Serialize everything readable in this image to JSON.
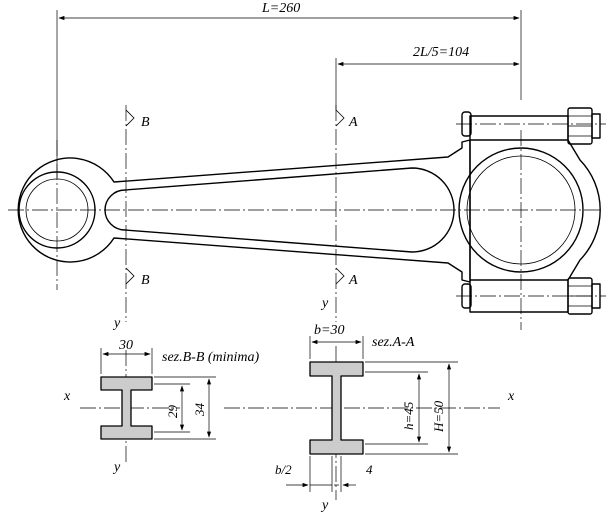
{
  "dimensions": {
    "length_label": "L=260",
    "section_position_label": "2L/5=104",
    "section_bb_width": "30",
    "section_bb_inner_height": "29",
    "section_bb_outer_height": "34",
    "section_aa_width": "b=30",
    "section_aa_inner_height": "h=45",
    "section_aa_outer_height": "H=50",
    "half_width_label": "b/2",
    "web_thickness_label": "4"
  },
  "sections": {
    "bb_title": "sez.B-B (minima)",
    "aa_title": "sez.A-A",
    "bb_marker": "B",
    "aa_marker": "A"
  },
  "axes": {
    "x_label": "x",
    "y_label": "y"
  },
  "colors": {
    "section_fill": "#cccccc",
    "line": "#000000"
  }
}
